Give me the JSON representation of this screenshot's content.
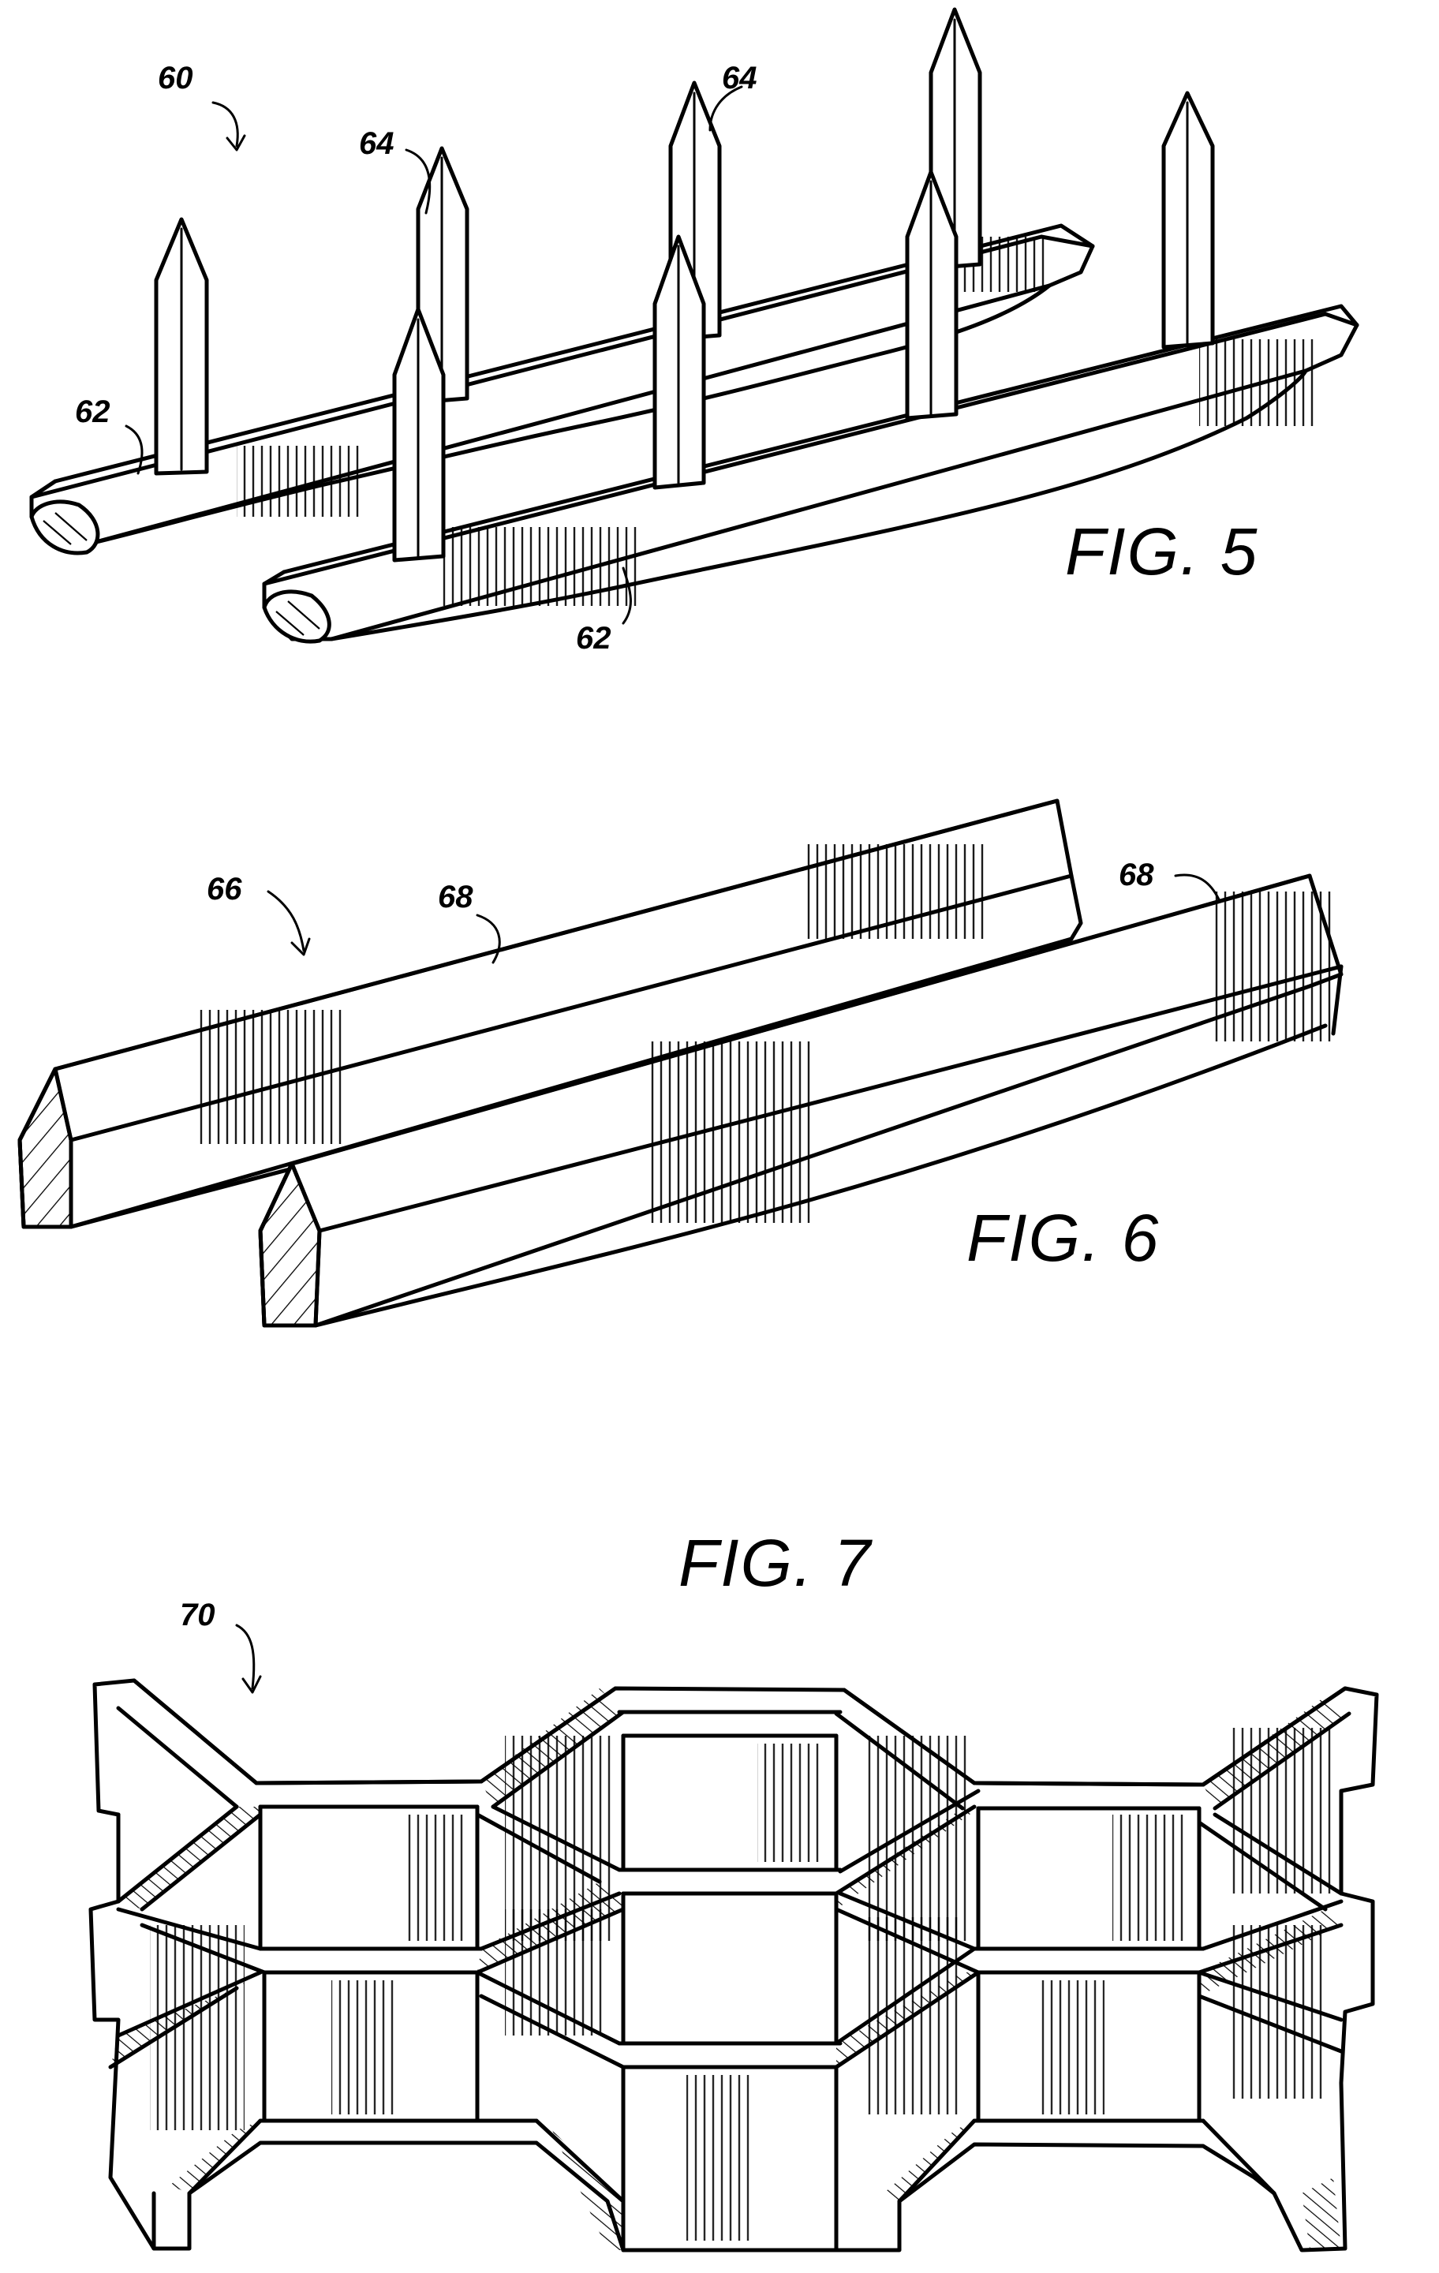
{
  "figures": [
    {
      "id": "fig5",
      "label": "FIG. 5",
      "refs": [
        "60",
        "62",
        "62",
        "64",
        "64"
      ]
    },
    {
      "id": "fig6",
      "label": "FIG. 6",
      "refs": [
        "66",
        "68",
        "68"
      ]
    },
    {
      "id": "fig7",
      "label": "FIG. 7",
      "refs": [
        "70"
      ]
    }
  ]
}
